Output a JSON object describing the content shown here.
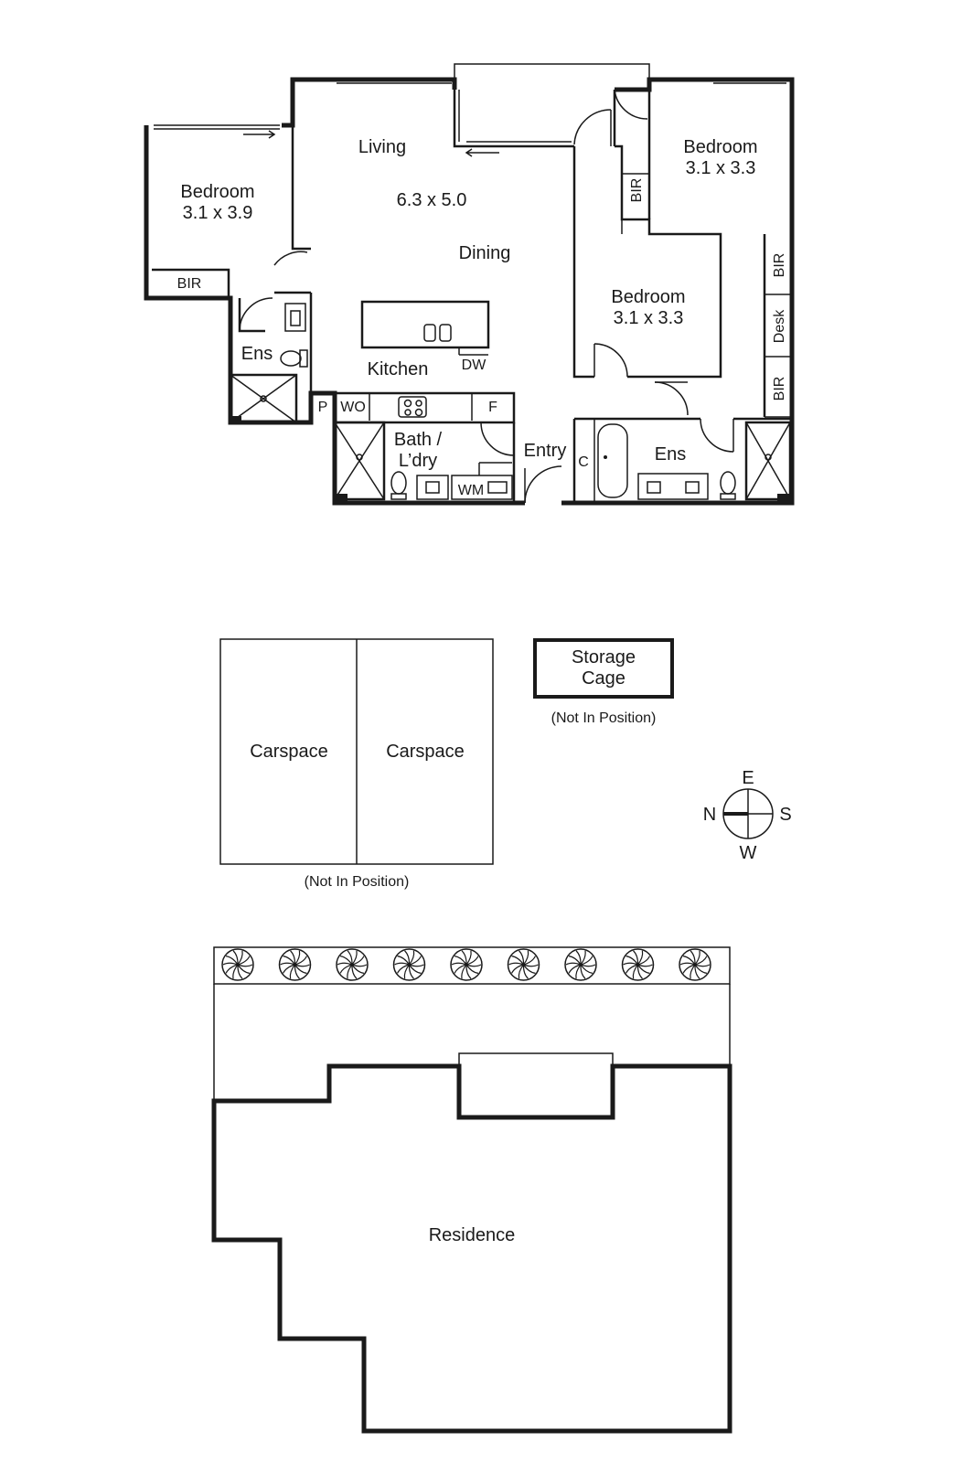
{
  "floorplan": {
    "rooms": {
      "living": "Living",
      "living_dims": "6.3 x 5.0",
      "dining": "Dining",
      "kitchen": "Kitchen",
      "bedroom_left": "Bedroom",
      "bedroom_left_dims": "3.1 x 3.9",
      "bedroom_right_top": "Bedroom",
      "bedroom_right_top_dims": "3.1 x 3.3",
      "bedroom_center": "Bedroom",
      "bedroom_center_dims": "3.1 x 3.3",
      "ens_left": "Ens",
      "ens_right": "Ens",
      "bath": "Bath /",
      "laundry": "L’dry",
      "entry": "Entry"
    },
    "fixtures": {
      "bir_left": "BIR",
      "bir_top": "BIR",
      "bir_right_1": "BIR",
      "desk": "Desk",
      "bir_right_2": "BIR",
      "dishwasher": "DW",
      "pantry": "P",
      "wall_oven": "WO",
      "fridge": "F",
      "washing_machine": "WM",
      "cupboard": "C"
    }
  },
  "parking": {
    "carspace_1": "Carspace",
    "carspace_2": "Carspace",
    "not_in_position": "(Not In Position)"
  },
  "storage": {
    "line1": "Storage",
    "line2": "Cage",
    "not_in_position": "(Not In Position)"
  },
  "compass": {
    "north": "N",
    "east": "E",
    "south": "S",
    "west": "W"
  },
  "site": {
    "residence": "Residence"
  }
}
